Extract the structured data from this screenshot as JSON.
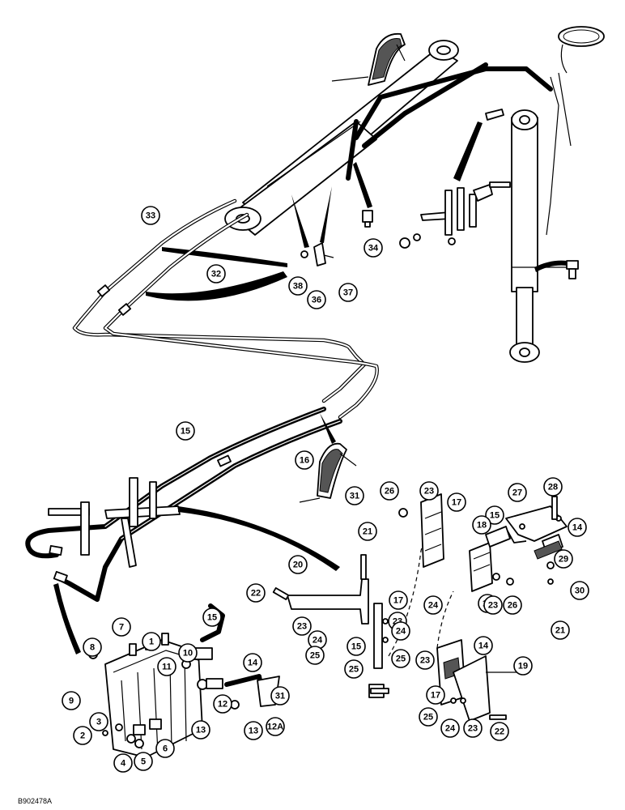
{
  "figure": {
    "reference_code": "B902478A",
    "callouts": [
      {
        "label": "1"
      },
      {
        "label": "2"
      },
      {
        "label": "3"
      },
      {
        "label": "4"
      },
      {
        "label": "5"
      },
      {
        "label": "6"
      },
      {
        "label": "7"
      },
      {
        "label": "8"
      },
      {
        "label": "9"
      },
      {
        "label": "10"
      },
      {
        "label": "11"
      },
      {
        "label": "12"
      },
      {
        "label": "12A"
      },
      {
        "label": "13"
      },
      {
        "label": "13"
      },
      {
        "label": "14"
      },
      {
        "label": "14"
      },
      {
        "label": "14"
      },
      {
        "label": "15"
      },
      {
        "label": "15"
      },
      {
        "label": "15"
      },
      {
        "label": "15"
      },
      {
        "label": "16"
      },
      {
        "label": "17"
      },
      {
        "label": "17"
      },
      {
        "label": "17"
      },
      {
        "label": "17"
      },
      {
        "label": "18"
      },
      {
        "label": "19"
      },
      {
        "label": "20"
      },
      {
        "label": "21"
      },
      {
        "label": "21"
      },
      {
        "label": "22"
      },
      {
        "label": "22"
      },
      {
        "label": "23"
      },
      {
        "label": "23"
      },
      {
        "label": "23"
      },
      {
        "label": "23"
      },
      {
        "label": "23"
      },
      {
        "label": "23"
      },
      {
        "label": "24"
      },
      {
        "label": "24"
      },
      {
        "label": "24"
      },
      {
        "label": "24"
      },
      {
        "label": "25"
      },
      {
        "label": "25"
      },
      {
        "label": "25"
      },
      {
        "label": "25"
      },
      {
        "label": "26"
      },
      {
        "label": "26"
      },
      {
        "label": "27"
      },
      {
        "label": "28"
      },
      {
        "label": "29"
      },
      {
        "label": "30"
      },
      {
        "label": "31"
      },
      {
        "label": "31"
      },
      {
        "label": "32"
      },
      {
        "label": "33"
      },
      {
        "label": "34"
      },
      {
        "label": "36"
      },
      {
        "label": "37"
      },
      {
        "label": "38"
      }
    ]
  }
}
